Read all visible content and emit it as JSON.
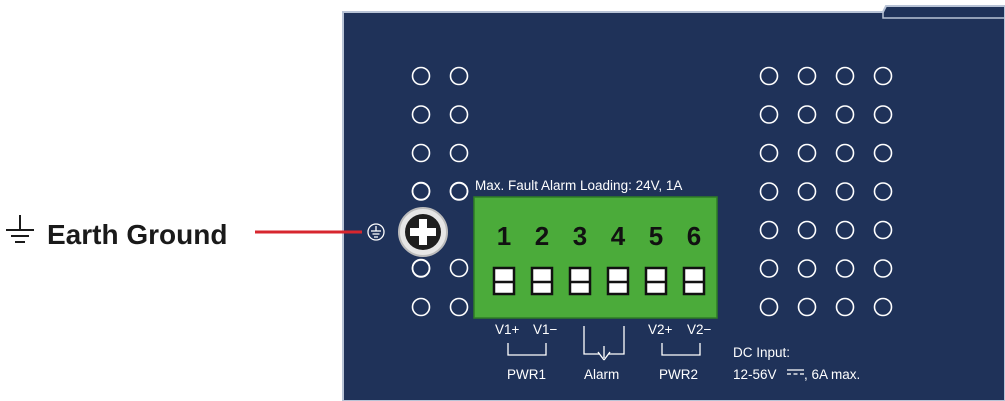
{
  "callout": {
    "label": "Earth Ground",
    "line_color": "#d7262e"
  },
  "panel": {
    "fill": "#1f3259",
    "edge": "#b8c3d6",
    "vent_holes_left": {
      "columns": 2,
      "rows": 7
    },
    "vent_holes_right": {
      "columns": 4,
      "rows": 7
    }
  },
  "terminal_block": {
    "header": "Max. Fault Alarm Loading: 24V, 1A",
    "fill": "#4bab3a",
    "pins": [
      "1",
      "2",
      "3",
      "4",
      "5",
      "6"
    ]
  },
  "pin_labels": {
    "v1_plus": "V1+",
    "v1_minus": "V1−",
    "v2_plus": "V2+",
    "v2_minus": "V2−"
  },
  "groups": {
    "pwr1": "PWR1",
    "alarm": "Alarm",
    "pwr2": "PWR2"
  },
  "dc_input": {
    "line1": "DC Input:",
    "voltage": "12-56V",
    "current": ", 6A max."
  },
  "icons": {
    "callout": "earth-ground-icon",
    "panel": "protective-ground-icon",
    "screw": "ground-screw-icon",
    "dc_symbol": "dc-symbol-icon"
  }
}
